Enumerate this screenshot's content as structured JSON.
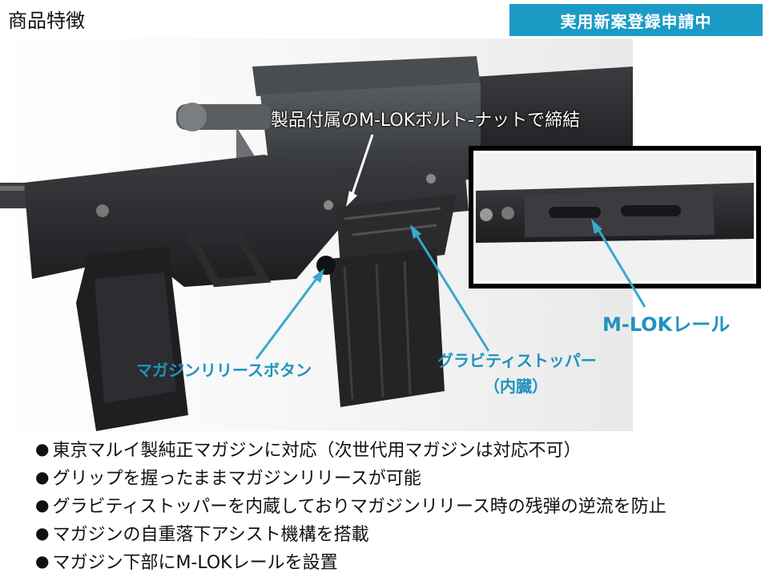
{
  "header": {
    "title": "商品特徴",
    "badge": "実用新案登録申請中"
  },
  "annotations": {
    "bolt_nut": "製品付属のM-LOKボルト-ナットで締結",
    "mlok_rail": "M-LOKレール",
    "mag_release": "マガジンリリースボタン",
    "gravity_stopper": "グラビティストッパー",
    "gravity_stopper_note": "（内臓）"
  },
  "bullets": {
    "marker": "●",
    "items": [
      "東京マルイ製純正マガジンに対応（次世代用マガジンは対応不可）",
      "グリップを握ったままマガジンリリースが可能",
      "グラビティストッパーを内蔵しておりマガジンリリース時の残弾の逆流を防止",
      "マガジンの自重落下アシスト機構を搭載",
      "マガジン下部にM-LOKレールを設置"
    ]
  },
  "colors": {
    "accent": "#1b9ac6",
    "annotation": "#1f93be"
  }
}
